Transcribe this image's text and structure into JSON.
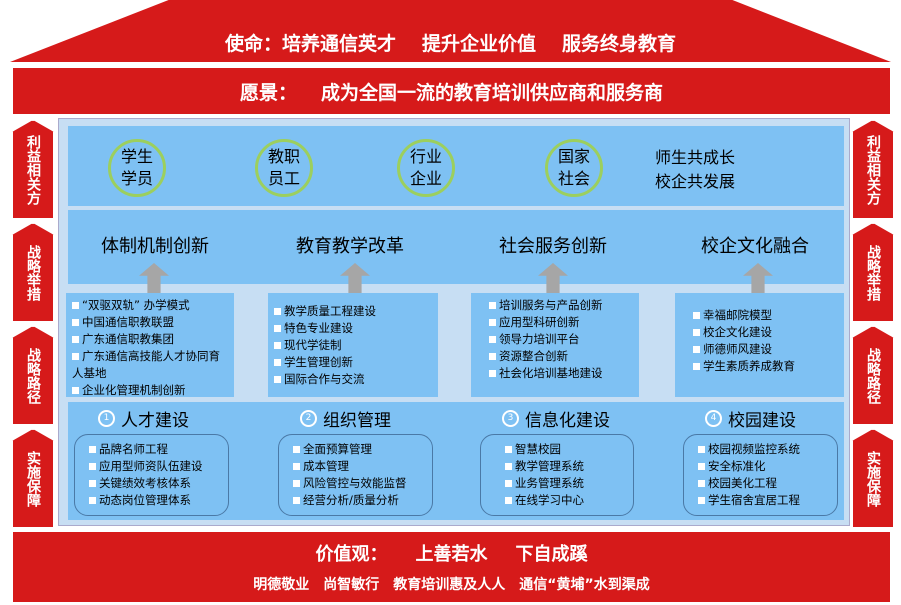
{
  "mission": {
    "label": "使命：",
    "items": [
      "培养通信英才",
      "提升企业价值",
      "服务终身教育"
    ]
  },
  "vision": {
    "label": "愿景：",
    "text": "成为全国一流的教育培训供应商和服务商"
  },
  "pillars": {
    "left": [
      "利益相关方",
      "战略举措",
      "战略路径",
      "实施保障"
    ],
    "right": [
      "利益相关方",
      "战略举措",
      "战略路径",
      "实施保障"
    ]
  },
  "stakeholders": [
    "学生学员",
    "教职员工",
    "行业企业",
    "国家社会"
  ],
  "goals": [
    "师生共成长",
    "校企共发展"
  ],
  "strategies": [
    {
      "title": "体制机制创新",
      "items": [
        "“双驱双轨” 办学模式",
        "中国通信职教联盟",
        "广东通信职教集团",
        "广东通信高技能人才协同育人基地",
        "企业化管理机制创新"
      ]
    },
    {
      "title": "教育教学改革",
      "items": [
        "教学质量工程建设",
        "特色专业建设",
        "现代学徒制",
        "学生管理创新",
        "国际合作与交流"
      ]
    },
    {
      "title": "社会服务创新",
      "items": [
        "培训服务与产品创新",
        "应用型科研创新",
        "领导力培训平台",
        "资源整合创新",
        "社会化培训基地建设"
      ]
    },
    {
      "title": "校企文化融合",
      "items": [
        "幸福邮院模型",
        "校企文化建设",
        "师德师风建设",
        "学生素质养成教育"
      ]
    }
  ],
  "support": [
    {
      "num": "1",
      "title": "人才建设",
      "items": [
        "品牌名师工程",
        "应用型师资队伍建设",
        "关键绩效考核体系",
        "动态岗位管理体系"
      ]
    },
    {
      "num": "2",
      "title": "组织管理",
      "items": [
        "全面预算管理",
        "成本管理",
        "风险管控与效能监督",
        "经营分析/质量分析"
      ]
    },
    {
      "num": "3",
      "title": "信息化建设",
      "items": [
        "智慧校园",
        "教学管理系统",
        "业务管理系统",
        "在线学习中心"
      ]
    },
    {
      "num": "4",
      "title": "校园建设",
      "items": [
        "校园视频监控系统",
        "安全标准化",
        "校园美化工程",
        "学生宿舍宜居工程"
      ]
    }
  ],
  "values": {
    "label": "价值观：",
    "items": [
      "上善若水",
      "下自成蹊"
    ],
    "motto": "明德敬业　尚智敏行　教育培训惠及人人　通信“黄埔”水到渠成"
  }
}
